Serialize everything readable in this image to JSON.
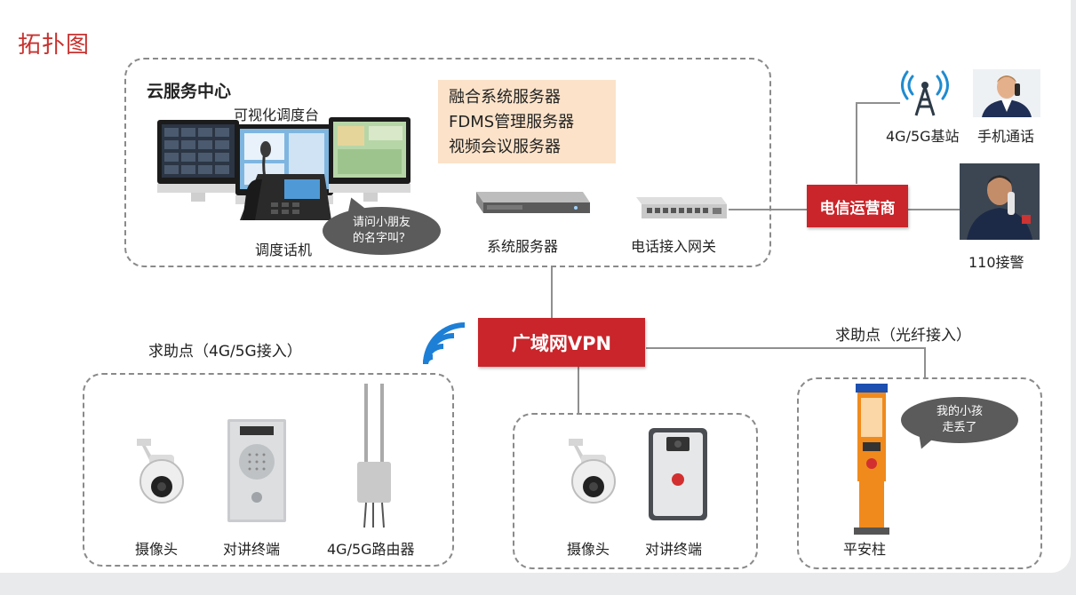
{
  "title": "拓扑图",
  "cloud": {
    "heading": "云服务中心",
    "console_label": "可视化调度台",
    "dispatch_phone_label": "调度话机",
    "bubble": [
      "请问小朋友",
      "的名字叫？"
    ],
    "servers": [
      "融合系统服务器",
      "FDMS管理服务器",
      "视频会议服务器"
    ],
    "system_server_label": "系统服务器",
    "gateway_label": "电话接入网关"
  },
  "operator": {
    "label": "电信运营商",
    "base_station_label": "4G/5G基站",
    "mobile_call_label": "手机通话",
    "police_label": "110接警"
  },
  "wan": {
    "label": "广域网VPN"
  },
  "help_4g": {
    "heading": "求助点（4G/5G接入）",
    "items": [
      "摄像头",
      "对讲终端",
      "4G/5G路由器"
    ]
  },
  "help_middle": {
    "items": [
      "摄像头",
      "对讲终端"
    ]
  },
  "help_fiber": {
    "heading": "求助点（光纤接入）",
    "pillar_label": "平安柱",
    "bubble": [
      "我的小孩",
      "走丢了"
    ]
  },
  "colors": {
    "accent_red": "#c9252b",
    "title_red": "#c8322f",
    "wifi_blue": "#1d7fd6"
  }
}
